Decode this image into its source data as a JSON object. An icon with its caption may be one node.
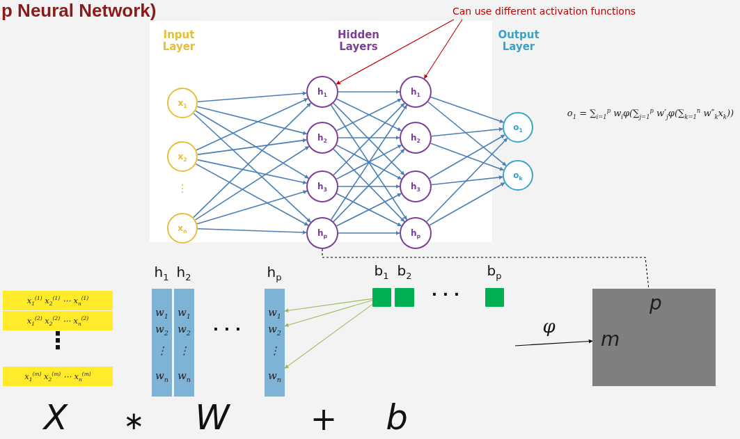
{
  "diagram": {
    "title": "p Neural Network)",
    "nodes": [
      {
        "text": [
          "Can use different activation functions"
        ]
      },
      {
        "text": [
          "x$_{1}$"
        ]
      },
      {
        "text": [
          "x$_{2}$"
        ]
      },
      {
        "text": [
          "x$_{n}$"
        ]
      },
      {
        "text": [
          "h$_{1}$"
        ]
      },
      {
        "text": [
          "h$_{2}$"
        ]
      },
      {
        "text": [
          "h$_{3}$"
        ]
      },
      {
        "text": [
          "h$_{p}$"
        ]
      },
      {
        "text": [
          "h$_{1}$"
        ]
      },
      {
        "text": [
          "h$_{2}$"
        ]
      },
      {
        "text": [
          "h$_{3}$"
        ]
      },
      {
        "text": [
          "h$_{p}$"
        ]
      },
      {
        "text": [
          "o$_{1}$"
        ]
      },
      {
        "text": [
          "o$_{k}$"
        ]
      },
      {
        "text": [
          "x$_{1}$$^{(1)}$ x$_{2}$$^{(1)}$ ⋯ x$_{n}$$^{(1)}$"
        ]
      },
      {
        "text": [
          "x$_{1}$$^{(2)}$ x$_{2}$$^{(2)}$ ⋯ x$_{n}$$^{(2)}$"
        ]
      },
      {
        "text": [
          "x$_{1}$$^{(m)}$ x$_{2}$$^{(m)}$ ⋯ x$_{n}$$^{(m)}$"
        ]
      },
      {
        "text": [],
        "shape": "bar"
      },
      {
        "text": [
          "w$_{1}$"
        ],
        "in": 17
      },
      {
        "text": [
          "w$_{2}$"
        ],
        "in": 17
      },
      {
        "text": [
          "⋮"
        ],
        "in": 17
      },
      {
        "text": [
          "w$_{n}$"
        ],
        "in": 17
      },
      {
        "text": [],
        "shape": "bar"
      },
      {
        "text": [
          "w$_{1}$"
        ],
        "in": 22
      },
      {
        "text": [
          "w$_{2}$"
        ],
        "in": 22
      },
      {
        "text": [
          "⋮"
        ],
        "in": 22
      },
      {
        "text": [
          "w$_{n}$"
        ],
        "in": 22
      },
      {
        "text": [],
        "shape": "bar"
      },
      {
        "text": [
          "w$_{1}$"
        ],
        "in": 27
      },
      {
        "text": [
          "w$_{2}$"
        ],
        "in": 27
      },
      {
        "text": [
          "⋮"
        ],
        "in": 27
      },
      {
        "text": [
          "w$_{n}$"
        ],
        "in": 27
      },
      {
        "text": [],
        "shape": "box"
      },
      {
        "text": [],
        "shape": "box"
      },
      {
        "text": [],
        "shape": "box"
      },
      {
        "text": [
          "p",
          "m"
        ]
      }
    ],
    "edges": [
      {
        "from": 1,
        "to": 4,
        "arrow": "to"
      },
      {
        "from": 1,
        "to": 5,
        "arrow": "to"
      },
      {
        "from": 1,
        "to": 6,
        "arrow": "to"
      },
      {
        "from": 1,
        "to": 7,
        "arrow": "to"
      },
      {
        "from": 2,
        "to": 4,
        "arrow": "to"
      },
      {
        "from": 2,
        "to": 5,
        "arrow": "to"
      },
      {
        "from": 2,
        "to": 6,
        "arrow": "to"
      },
      {
        "from": 2,
        "to": 7,
        "arrow": "to"
      },
      {
        "from": 3,
        "to": 4,
        "arrow": "to"
      },
      {
        "from": 3,
        "to": 5,
        "arrow": "to"
      },
      {
        "from": 3,
        "to": 6,
        "arrow": "to"
      },
      {
        "from": 3,
        "to": 7,
        "arrow": "to"
      },
      {
        "from": 4,
        "to": 8,
        "arrow": "to"
      },
      {
        "from": 4,
        "to": 9,
        "arrow": "to"
      },
      {
        "from": 4,
        "to": 10,
        "arrow": "to"
      },
      {
        "from": 4,
        "to": 11,
        "arrow": "to"
      },
      {
        "from": 5,
        "to": 8,
        "arrow": "to"
      },
      {
        "from": 5,
        "to": 9,
        "arrow": "to"
      },
      {
        "from": 5,
        "to": 10,
        "arrow": "to"
      },
      {
        "from": 5,
        "to": 11,
        "arrow": "to"
      },
      {
        "from": 6,
        "to": 8,
        "arrow": "to"
      },
      {
        "from": 6,
        "to": 9,
        "arrow": "to"
      },
      {
        "from": 6,
        "to": 10,
        "arrow": "to"
      },
      {
        "from": 6,
        "to": 11,
        "arrow": "to"
      },
      {
        "from": 7,
        "to": 8,
        "arrow": "to"
      },
      {
        "from": 7,
        "to": 9,
        "arrow": "to"
      },
      {
        "from": 7,
        "to": 10,
        "arrow": "to"
      },
      {
        "from": 7,
        "to": 11,
        "arrow": "to"
      },
      {
        "from": 8,
        "to": 12,
        "arrow": "to"
      },
      {
        "from": 8,
        "to": 13,
        "arrow": "to"
      },
      {
        "from": 9,
        "to": 12,
        "arrow": "to"
      },
      {
        "from": 9,
        "to": 13,
        "arrow": "to"
      },
      {
        "from": 10,
        "to": 12,
        "arrow": "to"
      },
      {
        "from": 10,
        "to": 13,
        "arrow": "to"
      },
      {
        "from": 11,
        "to": 12,
        "arrow": "to"
      },
      {
        "from": 11,
        "to": 13,
        "arrow": "to"
      },
      {
        "from": 0,
        "to": 4,
        "arrow": "to",
        "color": "#c00000"
      },
      {
        "from": 0,
        "to": 8,
        "arrow": "to",
        "color": "#c00000"
      },
      {
        "from": 32,
        "to": 28,
        "arrow": "to",
        "color": "#9bbb59"
      },
      {
        "from": 32,
        "to": 29,
        "arrow": "to",
        "color": "#9bbb59"
      },
      {
        "from": 32,
        "to": 31,
        "arrow": "to",
        "color": "#9bbb59"
      },
      {
        "from": 7,
        "to": 35,
        "arrow": "none",
        "style": "dashed",
        "color": "#000000"
      },
      {
        "from": null,
        "to": 35,
        "arrow": "to",
        "label": "φ",
        "color": "#000000"
      }
    ],
    "labels": [
      "Input Layer",
      "Hidden Layers",
      "Output Layer",
      "o$_{1}$ = ∑$_{i=1}$$^{p}$ w$_{i}$φ(∑$_{j=1}$$^{p}$ w′$_{j}$φ(∑$_{k=1}$$^{n}$ w″$_{k}$x$_{k}$))",
      "⋮",
      "h$_{1}$",
      "h$_{2}$",
      "h$_{p}$",
      "· · ·",
      "b$_{1}$",
      "b$_{2}$",
      "b$_{p}$",
      "· · ·",
      "⋮",
      "X",
      "∗",
      "W",
      "+",
      "b"
    ]
  }
}
